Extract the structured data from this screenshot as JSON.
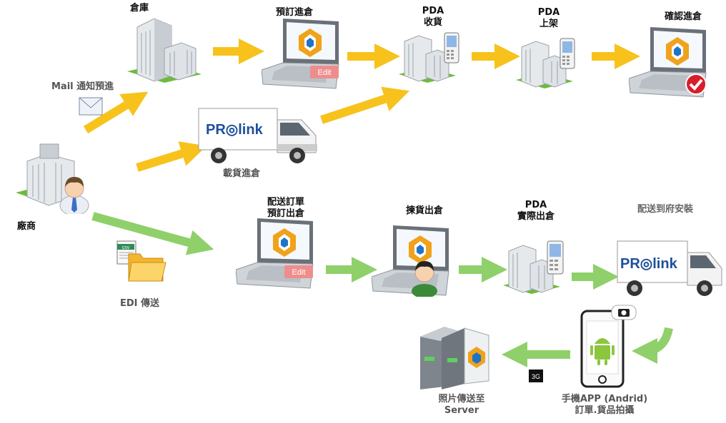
{
  "labels": {
    "warehouse": "倉庫",
    "mail_notice": "Mail 通知預進",
    "pre_order_in": "預訂進倉",
    "pda_receive_1": "PDA",
    "pda_receive_2": "收貨",
    "pda_shelf_1": "PDA",
    "pda_shelf_2": "上架",
    "confirm_in": "確認進倉",
    "truck_in": "載貨進倉",
    "vendor": "廠商",
    "delivery_order_1": "配送訂單",
    "delivery_order_2": "預訂出倉",
    "picking_out": "揀貨出倉",
    "pda_actual_1": "PDA",
    "pda_actual_2": "實際出倉",
    "deliver_install": "配送到府安裝",
    "edi_transfer": "EDI 傳送",
    "photo_server_1": "照片傳送至",
    "photo_server_2": "Server",
    "mobile_app_1": "手機APP (Andrid)",
    "mobile_app_2": "訂單.貨品拍攝"
  },
  "badges": {
    "edit_top": "Edit",
    "edit_bottom": "Edit",
    "csv": "csv",
    "signal": "3G"
  },
  "brand": {
    "truck_logo_top": "PR◎link",
    "truck_logo_bottom": "PR◎link"
  },
  "colors": {
    "inbound_arrow": "#f7c21c",
    "outbound_arrow": "#8fd06a",
    "grass": "#6dbb3c",
    "building": "#d9dde2",
    "laptop_screen": "#3f7fd1",
    "check_badge": "#d91e2b"
  },
  "icons": [
    "warehouse-building-icon",
    "laptop-icon",
    "pda-device-icon",
    "truck-icon",
    "mail-envelope-icon",
    "csv-file-icon",
    "folder-icon",
    "server-icon",
    "android-phone-icon",
    "camera-icon",
    "checkmark-badge-icon",
    "person-icon"
  ]
}
